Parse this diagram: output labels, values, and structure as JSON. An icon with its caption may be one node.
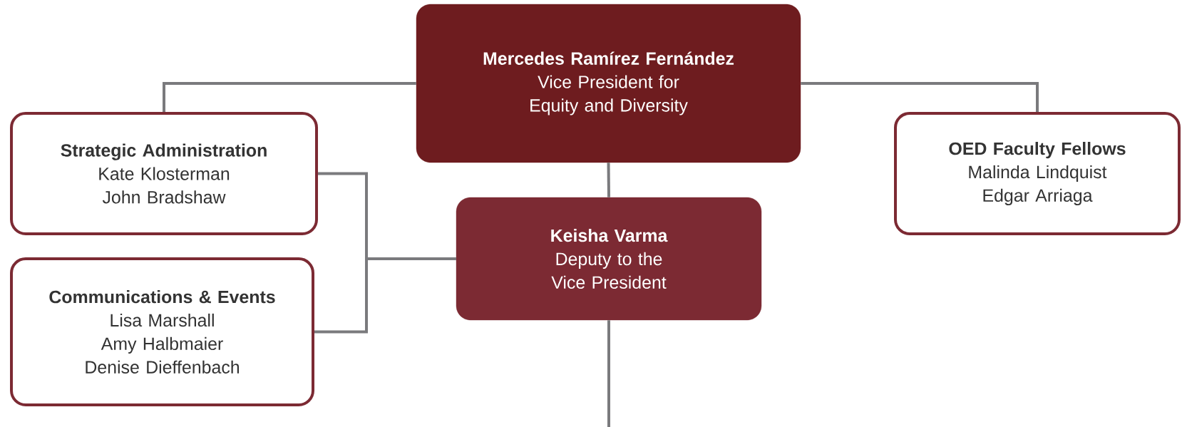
{
  "diagram": {
    "nodes": [
      {
        "text": [
          "Mercedes Ramírez Fernández",
          "Vice President for Equity and Diversity"
        ]
      },
      {
        "text": [
          "Strategic Administration",
          "Kate Klosterman",
          "John Bradshaw"
        ]
      },
      {
        "text": [
          "Communications & Events",
          "Lisa Marshall",
          "Amy Halbmaier",
          "Denise Dieffenbach"
        ]
      },
      {
        "text": [
          "Keisha Varma",
          "Deputy to the Vice President"
        ]
      },
      {
        "text": [
          "OED Faculty Fellows",
          "Malinda Lindquist",
          "Edgar Arriaga"
        ]
      }
    ],
    "edges": [
      {
        "from": 0,
        "to": 1,
        "arrow": "none"
      },
      {
        "from": 0,
        "to": 4,
        "arrow": "none"
      },
      {
        "from": 0,
        "to": 3,
        "arrow": "none"
      },
      {
        "from": 3,
        "to": 1,
        "arrow": "none"
      },
      {
        "from": 3,
        "to": 2,
        "arrow": "none"
      },
      {
        "from": 3,
        "to": null,
        "arrow": "none"
      }
    ]
  }
}
